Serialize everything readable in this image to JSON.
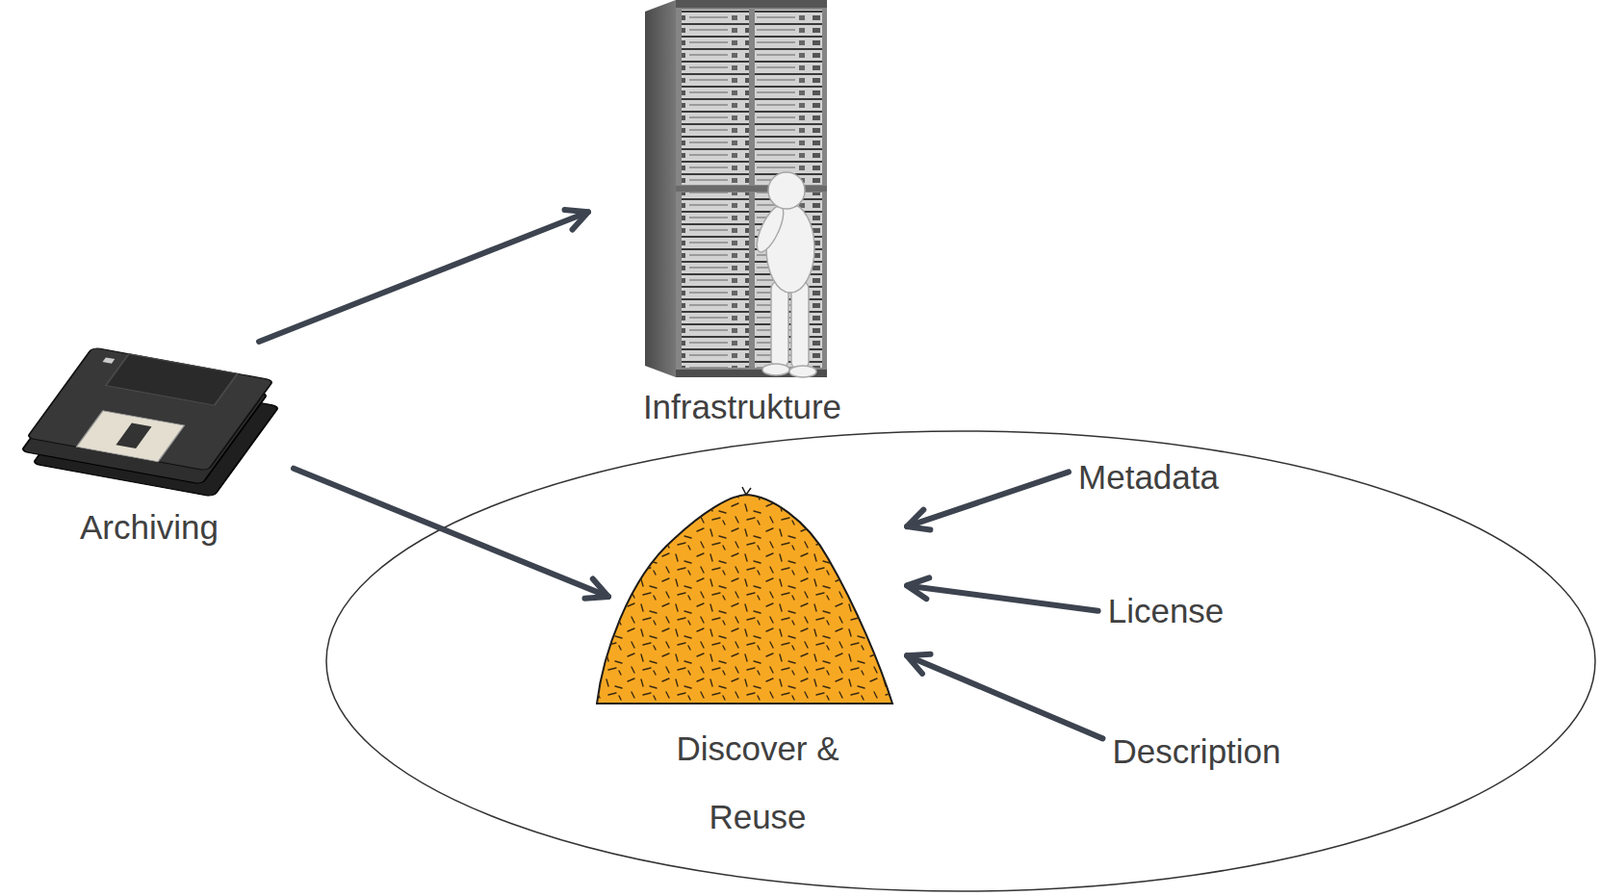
{
  "diagram": {
    "nodes": [
      {
        "text": [
          "Archiving"
        ]
      },
      {
        "text": [
          "Infrastrukture"
        ]
      },
      {
        "text": [
          "Discover & Reuse"
        ]
      },
      {
        "text": [
          "Metadata"
        ]
      },
      {
        "text": [
          "License"
        ]
      },
      {
        "text": [
          "Description"
        ]
      }
    ],
    "edges": [
      {
        "from": 0,
        "to": 1,
        "arrow": "to"
      },
      {
        "from": 0,
        "to": 2,
        "arrow": "to"
      },
      {
        "from": 3,
        "to": 2,
        "arrow": "to"
      },
      {
        "from": 4,
        "to": 2,
        "arrow": "to"
      },
      {
        "from": 5,
        "to": 2,
        "arrow": "to"
      }
    ]
  }
}
